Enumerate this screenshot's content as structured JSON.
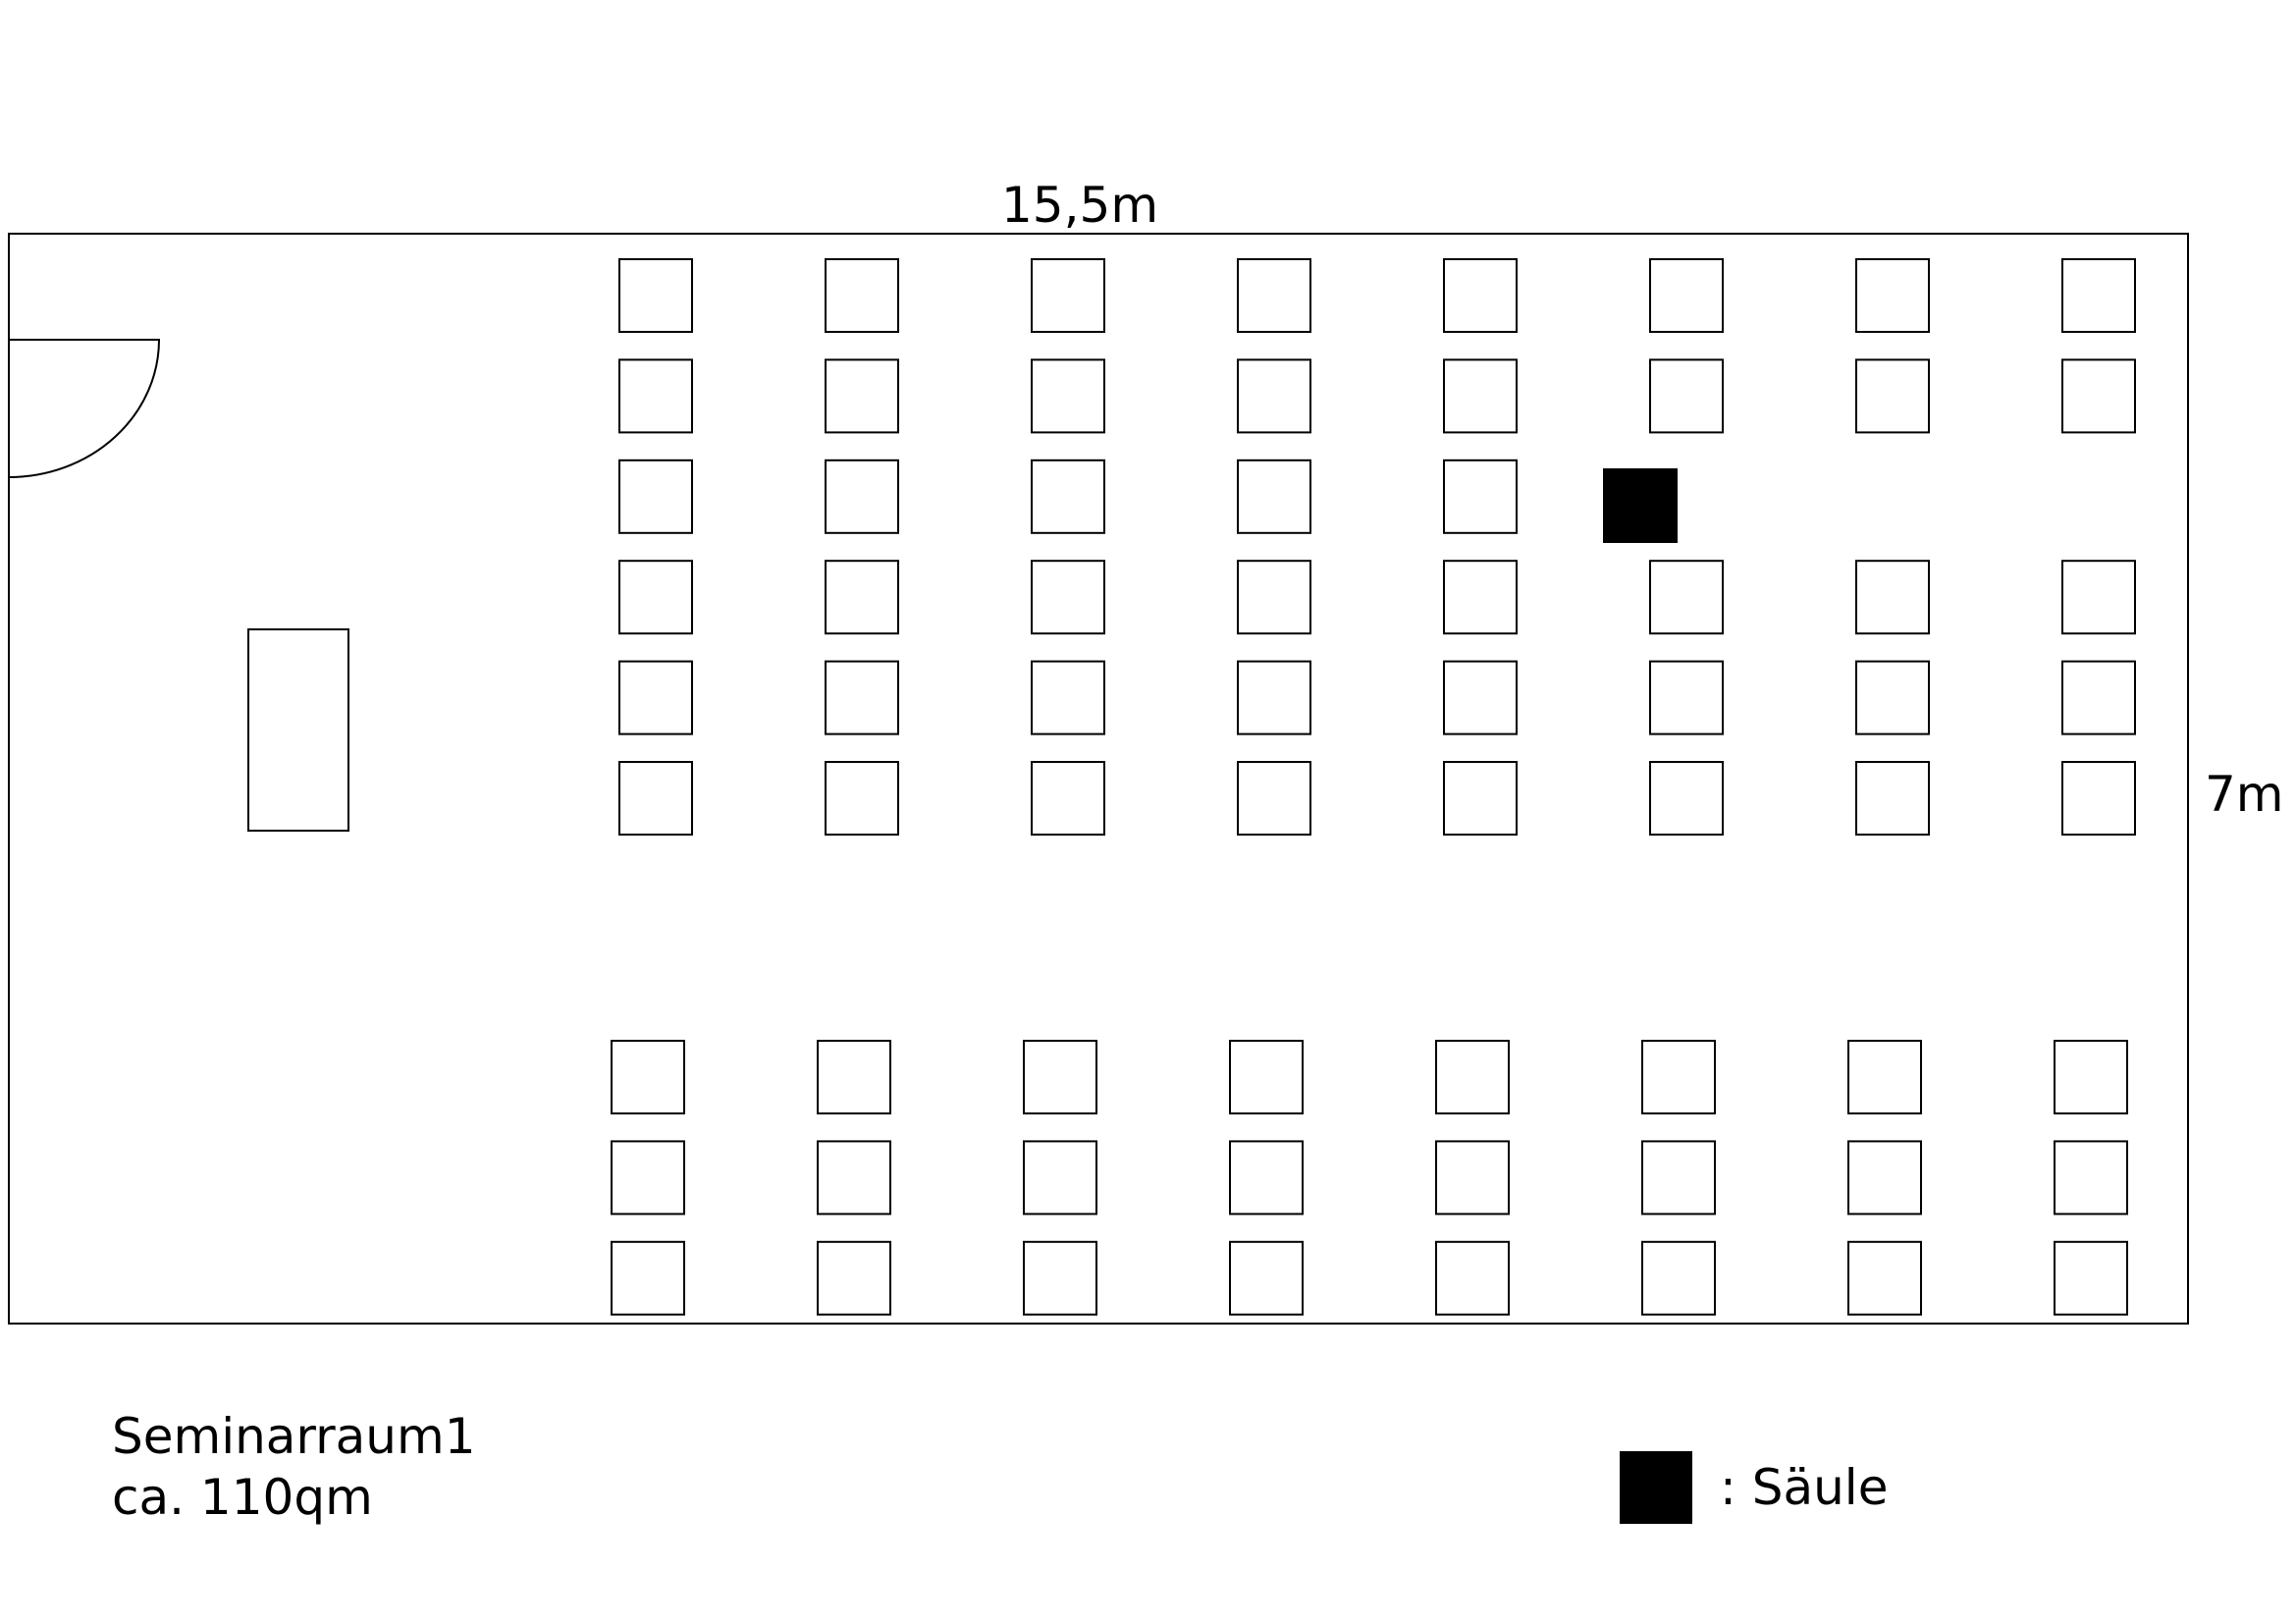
{
  "room": {
    "name": "Seminarraum1",
    "area": "ca. 110qm",
    "width_label": "15,5m",
    "height_label": "7m"
  },
  "seating": {
    "columns": 8,
    "upper_block_rows": 6,
    "lower_block_rows": 3,
    "upper_block_seats": 45,
    "lower_block_seats": 24
  },
  "legend": {
    "pillar_label": ": Säule"
  },
  "colors": {
    "line": "#000000",
    "pillar": "#000000",
    "background": "#ffffff"
  }
}
